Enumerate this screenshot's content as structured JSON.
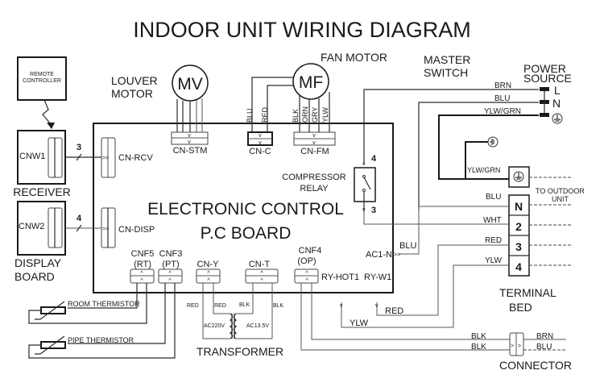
{
  "title": "INDOOR UNIT WIRING DIAGRAM",
  "pcb": {
    "line1": "ELECTRONIC CONTROL",
    "line2": "P.C BOARD"
  },
  "remote_controller": [
    "REMOTE",
    "CONTROLLER"
  ],
  "receiver": {
    "connector": "CNW1",
    "label": "RECEIVER",
    "wire_count": "3",
    "pcb_connector": "CN-RCV"
  },
  "display": {
    "connector": "CNW2",
    "label": [
      "DISPLAY",
      "BOARD"
    ],
    "wire_count": "4",
    "pcb_connector": "CN-DISP"
  },
  "louver_motor": {
    "label": [
      "LOUVER",
      "MOTOR"
    ],
    "symbol": "MV",
    "connector": "CN-STM"
  },
  "fan_motor": {
    "label": "FAN MOTOR",
    "symbol": "MF",
    "capacitor_connector": "CN-C",
    "capacitor_wires": [
      "BLU",
      "RED"
    ],
    "connector": "CN-FM",
    "wires": [
      "BLK",
      "ORN",
      "GRY",
      "YLW"
    ]
  },
  "master_switch": [
    "MASTER",
    "SWITCH"
  ],
  "power_source": {
    "label": [
      "POWER",
      "SOURCE"
    ],
    "terminals": [
      {
        "name": "L",
        "wire": "BRN"
      },
      {
        "name": "N",
        "wire": "BLU"
      },
      {
        "name": "ground-icon",
        "wire": "YLW/GRN"
      }
    ]
  },
  "compressor_relay": {
    "label": [
      "COMPRESSOR",
      "RELAY"
    ],
    "pin_top": "4",
    "pin_bottom": "3"
  },
  "ground_wire": "YLW/GRN",
  "outdoor_label": [
    "TO OUTDOOR",
    "UNIT"
  ],
  "terminal_bed": {
    "label": [
      "TERMINAL",
      "BED"
    ],
    "terminals": [
      {
        "name": "N",
        "wire": "BLU"
      },
      {
        "name": "2",
        "wire": "WHT"
      },
      {
        "name": "3",
        "wire": "RED"
      },
      {
        "name": "4",
        "wire": "YLW"
      }
    ]
  },
  "ac1n": {
    "label": "AC1-N",
    "wire": "BLU"
  },
  "bottom_connectors": [
    {
      "name": "CNF5",
      "sub": "(RT)"
    },
    {
      "name": "CNF3",
      "sub": "(PT)"
    },
    {
      "name": "CN-Y",
      "sub": ""
    },
    {
      "name": "CN-T",
      "sub": ""
    },
    {
      "name": "CNF4",
      "sub": "(OP)"
    }
  ],
  "relay_labels": [
    "RY-HOT1",
    "RY-W1"
  ],
  "thermistors": [
    "ROOM THERMISTOR",
    "PIPE THERMISTOR"
  ],
  "transformer": {
    "label": "TRANSFORMER",
    "primary_voltage": "AC220V",
    "secondary_voltage": "AC13.5V",
    "wires": [
      "RED",
      "RED",
      "BLK",
      "BLK"
    ]
  },
  "relay_wires": {
    "hot": "YLW",
    "w1": "RED"
  },
  "connector": {
    "label": "CONNECTOR",
    "left_wires": [
      "BLK",
      "BLK"
    ],
    "right_wires": [
      "BRN",
      "BLU"
    ]
  }
}
